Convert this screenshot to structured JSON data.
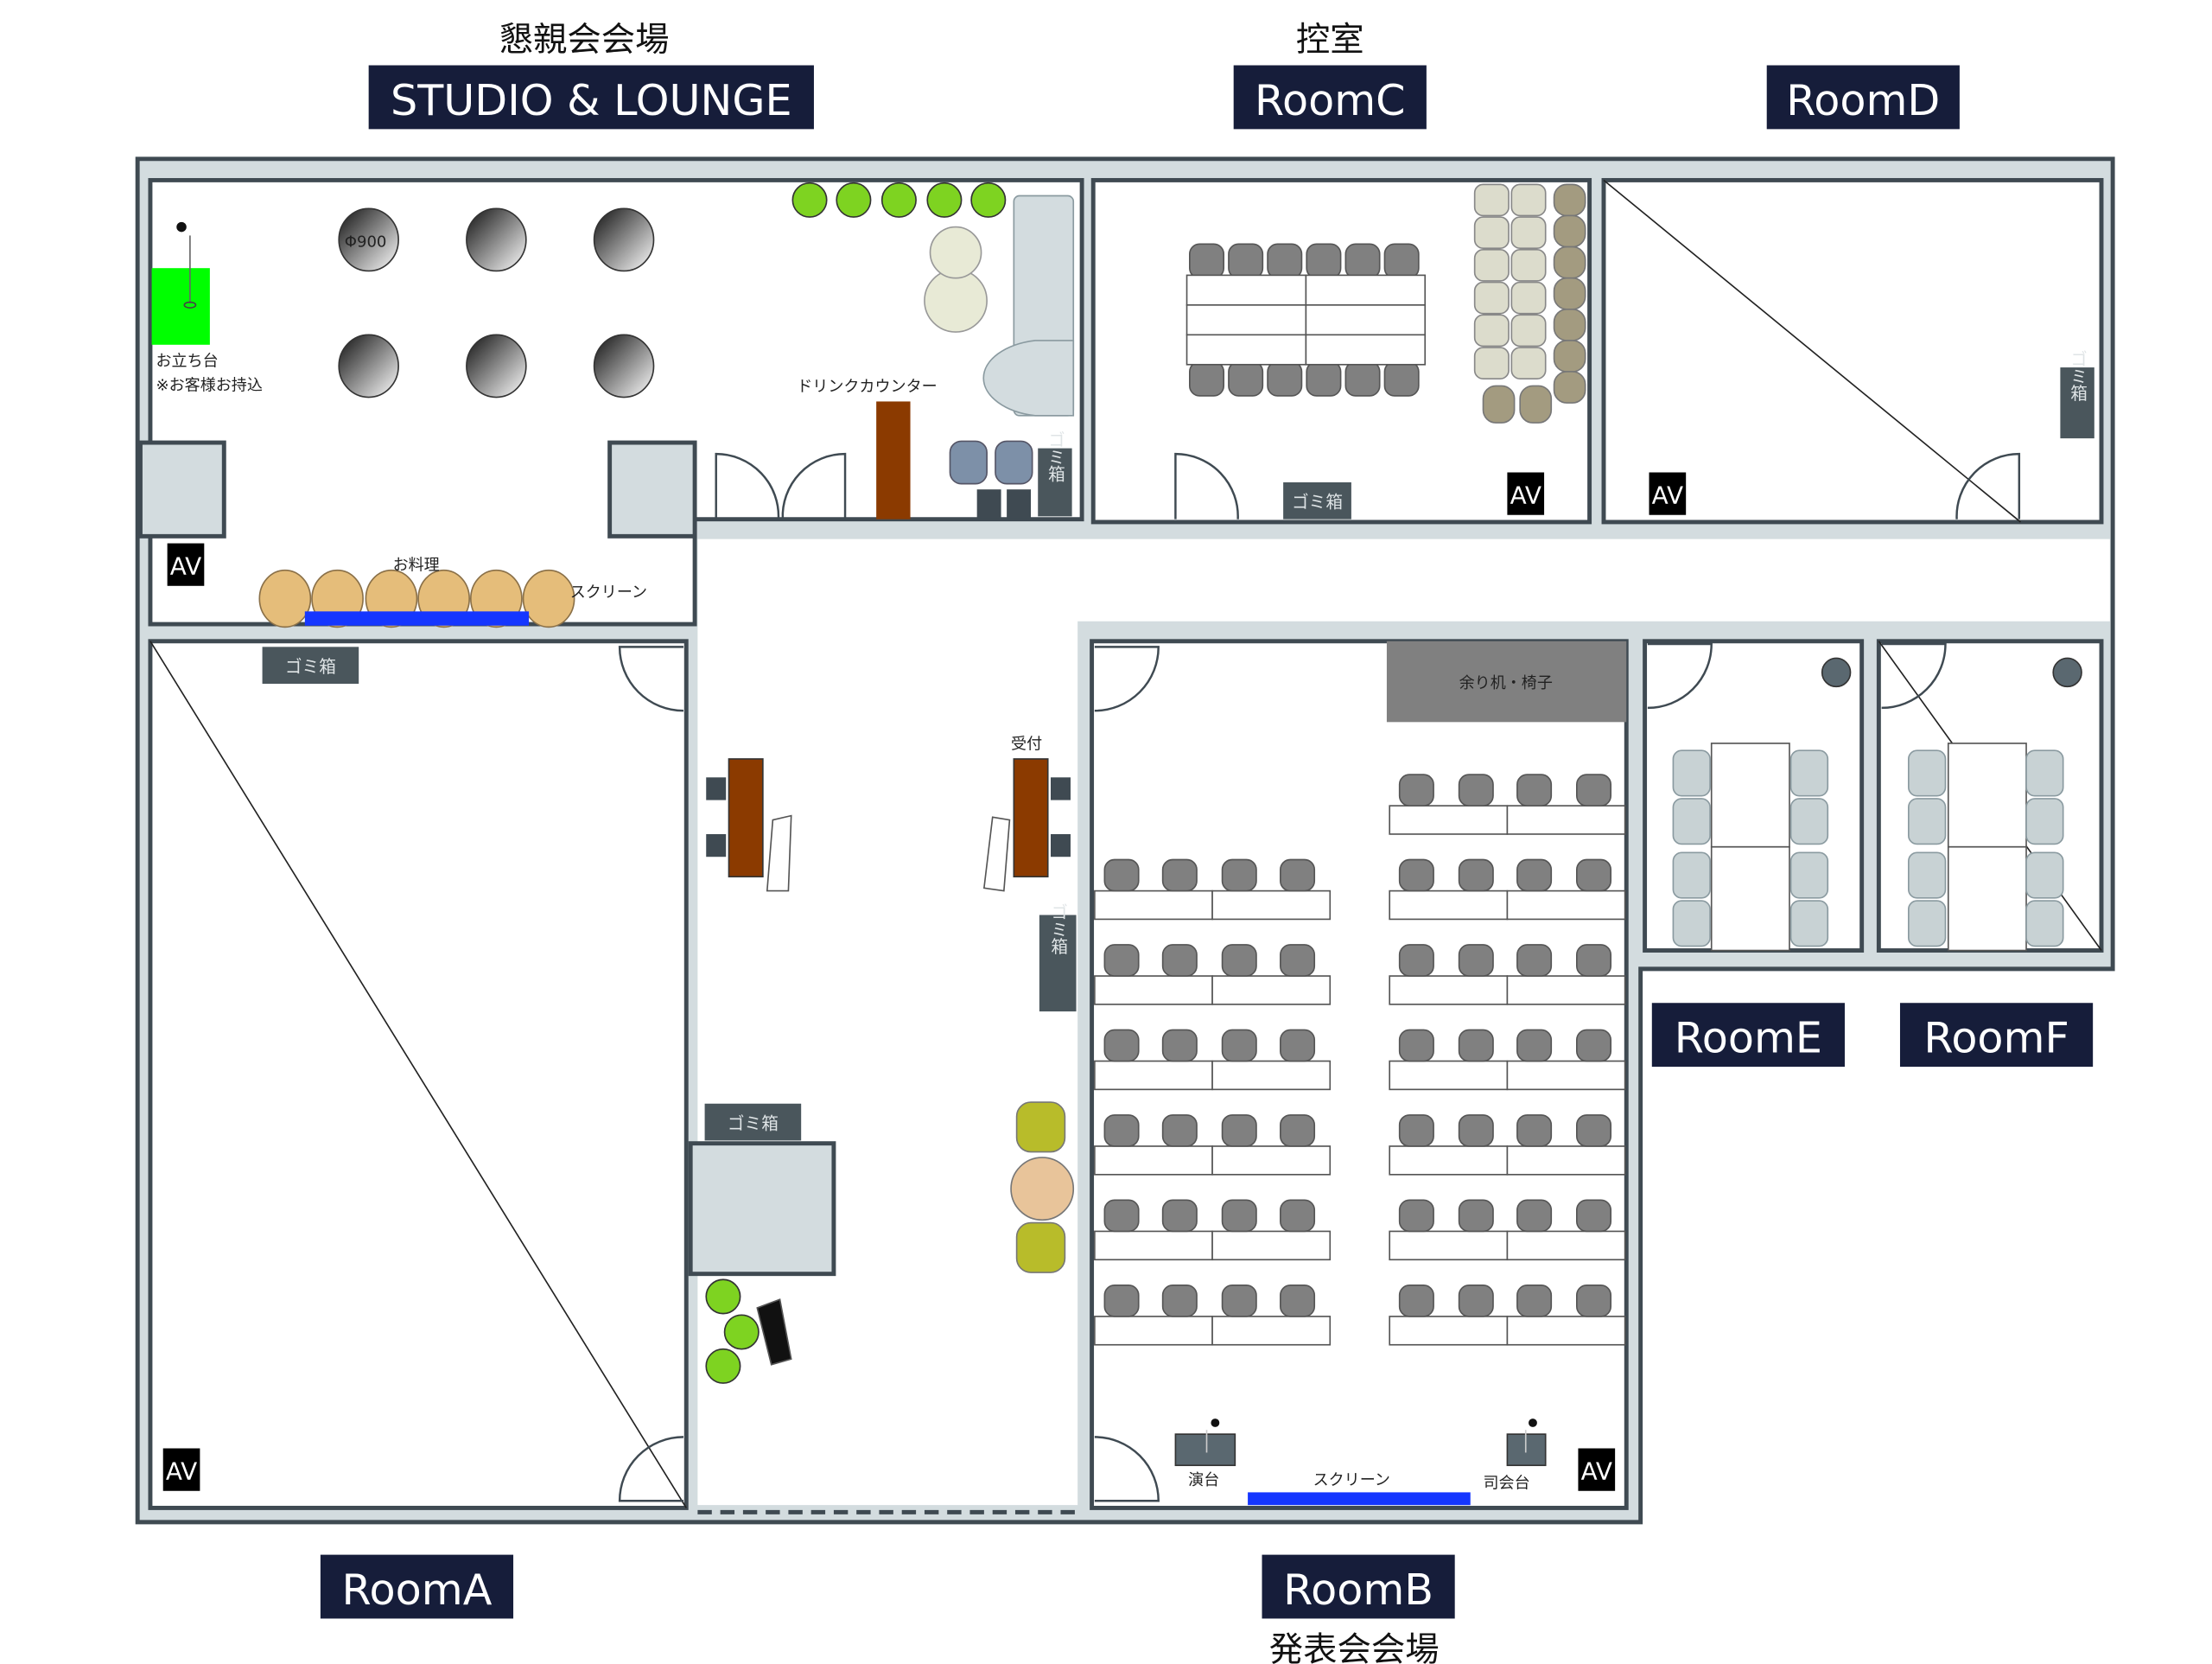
{
  "headers": {
    "lounge_jp": "懇親会会場",
    "lounge_en": "STUDIO & LOUNGE",
    "roomc_jp": "控室",
    "roomc_en": "RoomC",
    "roomd_en": "RoomD",
    "rooma_en": "RoomA",
    "roomb_en": "RoomB",
    "roomb_jp": "発表会会場",
    "roome_en": "RoomE",
    "roomf_en": "RoomF"
  },
  "lounge": {
    "stage_label": "お立ち台",
    "stage_note": "※お客様お持込",
    "table_size": "Φ900",
    "drink_counter": "ドリンクカウンター",
    "food": "お料理",
    "screen": "スクリーン",
    "av": "AV",
    "trash": "ゴミ箱"
  },
  "rooma": {
    "trash": "ゴミ箱",
    "av": "AV"
  },
  "corridor": {
    "reception": "受付",
    "trash_v": "ゴミ箱",
    "trash_h": "ゴミ箱"
  },
  "roomc": {
    "trash": "ゴミ箱",
    "av": "AV"
  },
  "roomd": {
    "trash": "ゴミ箱",
    "av": "AV"
  },
  "roomb": {
    "spare": "余り机・椅子",
    "lectern": "演台",
    "screen": "スクリーン",
    "mc_stand": "司会台",
    "av": "AV"
  },
  "colors": {
    "tag_bg": "#161d3a",
    "wall": "#d3dcdf",
    "screen": "#1536ff",
    "stage": "#00ff00",
    "counter": "#8b3a00"
  }
}
